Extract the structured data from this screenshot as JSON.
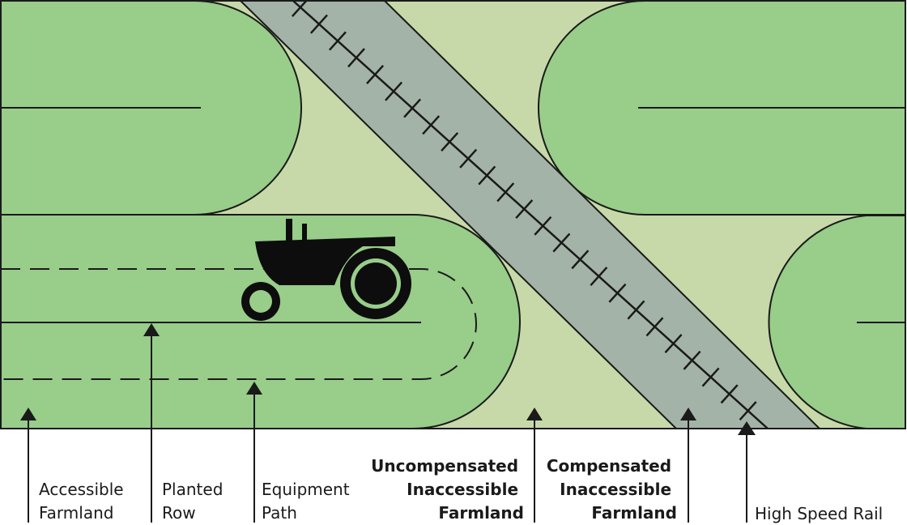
{
  "labels": {
    "accessible_farmland": [
      "Accessible",
      "Farmland"
    ],
    "planted_row": [
      "Planted",
      "Row"
    ],
    "equipment_path": [
      "Equipment",
      "Path"
    ],
    "uncompensated": [
      "Uncompensated",
      "Inaccessible",
      "Farmland"
    ],
    "compensated": [
      "Compensated",
      "Inaccessible",
      "Farmland"
    ],
    "high_speed_rail": [
      "High Speed Rail"
    ]
  },
  "colors": {
    "field": "#98cd8a",
    "background_land": "#c7d9a8",
    "rail_corridor": "#a3b3a7",
    "outline": "#1a1a1a",
    "tractor": "#0d0d0d"
  },
  "icons": {
    "vehicle": "tractor-icon"
  }
}
